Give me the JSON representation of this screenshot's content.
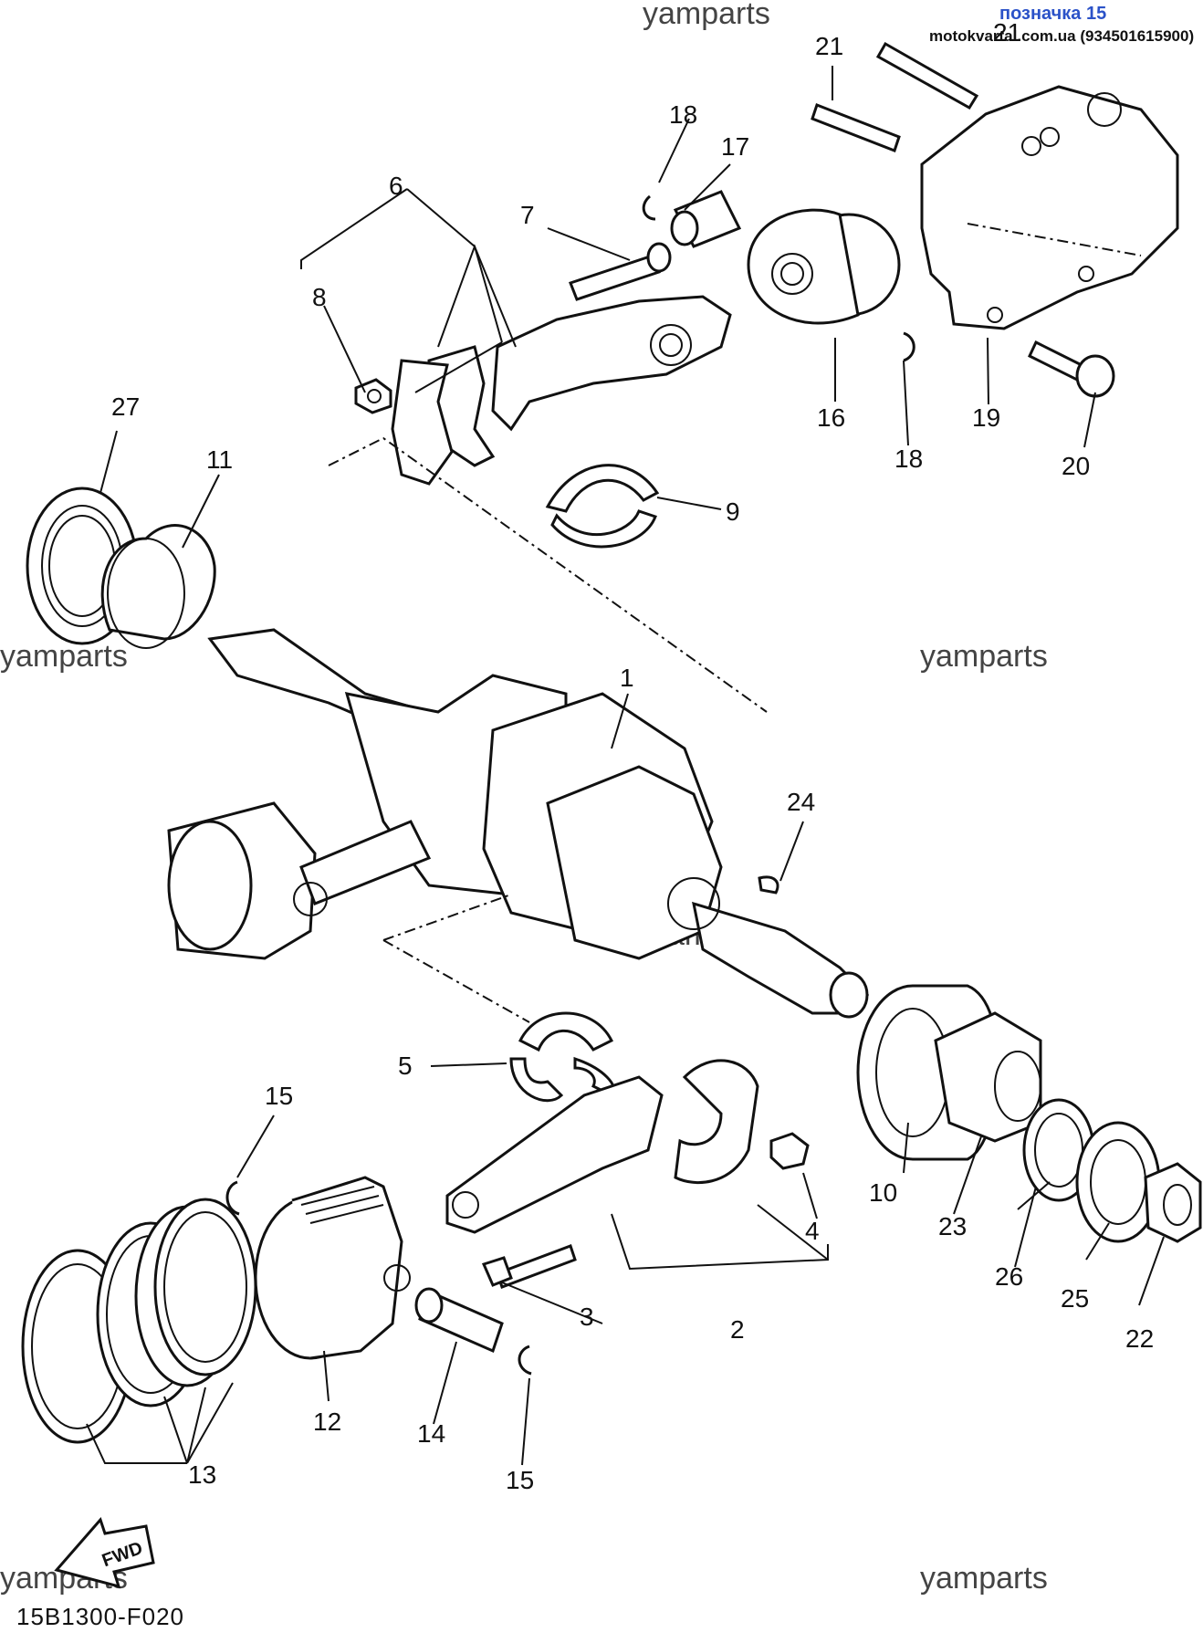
{
  "header": {
    "label_link": "позначка 15",
    "site_phone": "motokvartal.com.ua (934501615900)"
  },
  "watermark": "yamparts",
  "diagram_code": "15B1300-F020",
  "fwd_label": "FWD",
  "callouts": [
    "1",
    "2",
    "3",
    "4",
    "5",
    "6",
    "7",
    "8",
    "9",
    "10",
    "11",
    "12",
    "13",
    "14",
    "15",
    "16",
    "17",
    "18",
    "19",
    "20",
    "21",
    "22",
    "23",
    "24",
    "25",
    "26",
    "27"
  ],
  "callout_15b": "15",
  "callout_18b": "18",
  "callout_21b": "21"
}
